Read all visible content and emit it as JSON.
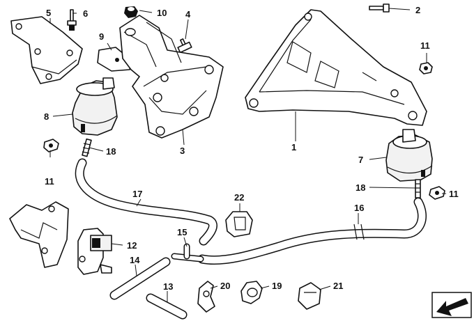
{
  "parts": [
    {
      "number": "1",
      "label": "1"
    },
    {
      "number": "2",
      "label": "2"
    },
    {
      "number": "3",
      "label": "3"
    },
    {
      "number": "4",
      "label": "4"
    },
    {
      "number": "5",
      "label": "5"
    },
    {
      "number": "6",
      "label": "6"
    },
    {
      "number": "7",
      "label": "7"
    },
    {
      "number": "8",
      "label": "8"
    },
    {
      "number": "9",
      "label": "9"
    },
    {
      "number": "10",
      "label": "10"
    },
    {
      "number": "11",
      "label": "11"
    },
    {
      "number": "12",
      "label": "12"
    },
    {
      "number": "13",
      "label": "13"
    },
    {
      "number": "14",
      "label": "14"
    },
    {
      "number": "15",
      "label": "15"
    },
    {
      "number": "16",
      "label": "16"
    },
    {
      "number": "17",
      "label": "17"
    },
    {
      "number": "18",
      "label": "18"
    },
    {
      "number": "19",
      "label": "19"
    },
    {
      "number": "20",
      "label": "20"
    },
    {
      "number": "21",
      "label": "21"
    },
    {
      "number": "22",
      "label": "22"
    }
  ],
  "duplicate_labels": {
    "left_11": "11",
    "right_11": "11",
    "right_18": "18"
  },
  "corner_icon": "direction-arrow-icon"
}
